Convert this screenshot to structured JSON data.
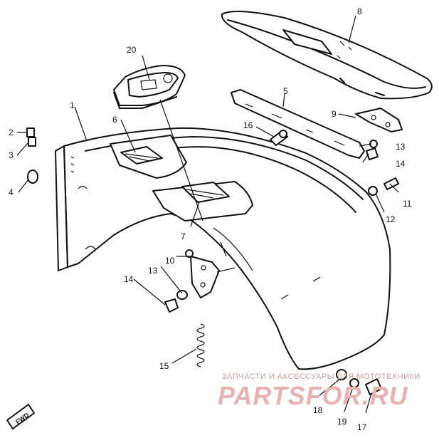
{
  "diagram": {
    "callouts": [
      {
        "id": "1",
        "label": "1"
      },
      {
        "id": "2",
        "label": "2"
      },
      {
        "id": "3",
        "label": "3"
      },
      {
        "id": "4",
        "label": "4"
      },
      {
        "id": "5",
        "label": "5"
      },
      {
        "id": "6",
        "label": "6"
      },
      {
        "id": "7",
        "label": "7"
      },
      {
        "id": "8",
        "label": "8"
      },
      {
        "id": "9",
        "label": "9"
      },
      {
        "id": "10",
        "label": "10"
      },
      {
        "id": "11",
        "label": "11"
      },
      {
        "id": "12",
        "label": "12"
      },
      {
        "id": "13a",
        "label": "13"
      },
      {
        "id": "13b",
        "label": "13"
      },
      {
        "id": "14a",
        "label": "14"
      },
      {
        "id": "14b",
        "label": "14"
      },
      {
        "id": "15",
        "label": "15"
      },
      {
        "id": "16",
        "label": "16"
      },
      {
        "id": "17",
        "label": "17"
      },
      {
        "id": "18",
        "label": "18"
      },
      {
        "id": "19",
        "label": "19"
      },
      {
        "id": "20",
        "label": "20"
      }
    ],
    "direction_badge": "FWD"
  },
  "watermark": {
    "caption": "ЗАПЧАСТИ И АКСЕССУАРЫ ДЛЯ МОТОТЕХНИКИ",
    "brand": "PARTSFOR.RU"
  },
  "colors": {
    "line": "#111111",
    "background": "#ffffff",
    "watermark": "#e7b2b2"
  }
}
